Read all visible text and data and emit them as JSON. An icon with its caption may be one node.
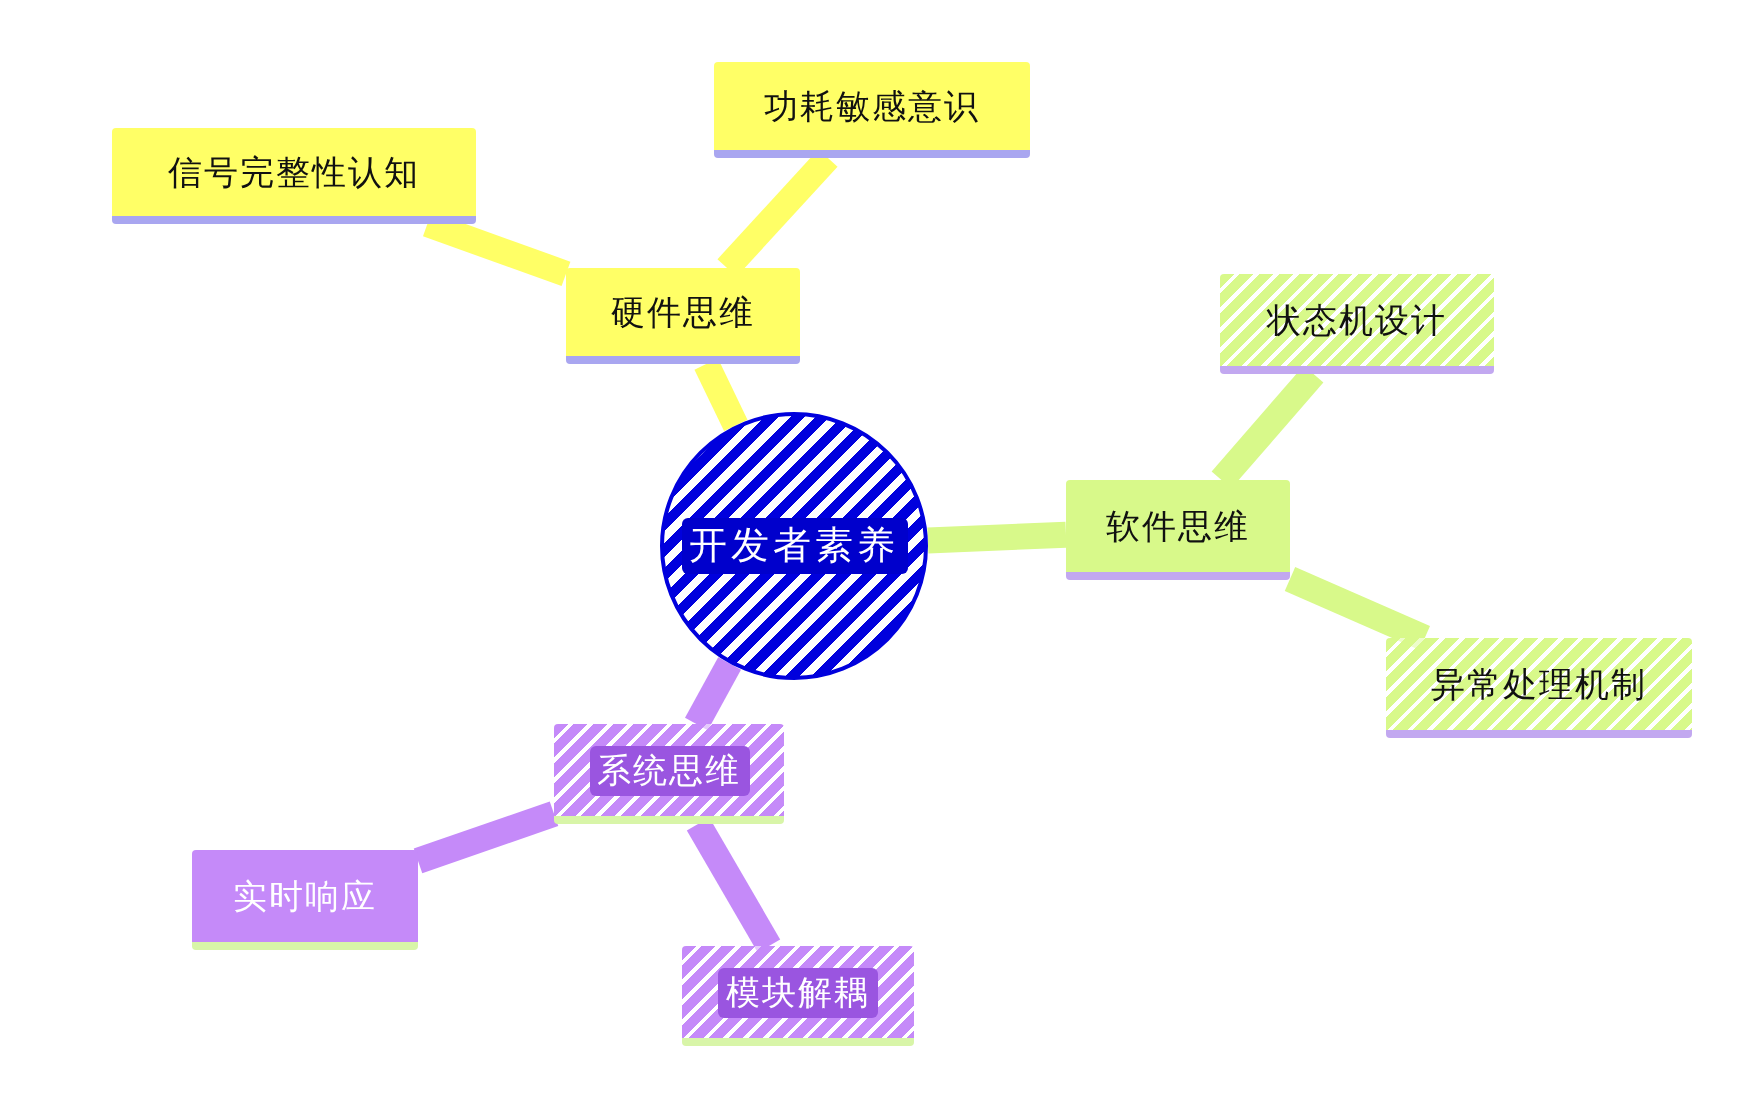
{
  "diagram": {
    "nodes": [
      {
        "text": [
          "开发者素养"
        ]
      },
      {
        "text": [
          "硬件思维"
        ]
      },
      {
        "text": [
          "信号完整性认知"
        ]
      },
      {
        "text": [
          "功耗敏感意识"
        ]
      },
      {
        "text": [
          "软件思维"
        ]
      },
      {
        "text": [
          "状态机设计"
        ]
      },
      {
        "text": [
          "异常处理机制"
        ]
      },
      {
        "text": [
          "系统思维"
        ]
      },
      {
        "text": [
          "实时响应"
        ]
      },
      {
        "text": [
          "模块解耦"
        ]
      }
    ],
    "edges": [
      {
        "from": 0,
        "to": 1,
        "arrow": "none",
        "color": "#ffff66"
      },
      {
        "from": 1,
        "to": 2,
        "arrow": "none",
        "color": "#ffff66"
      },
      {
        "from": 1,
        "to": 3,
        "arrow": "none",
        "color": "#ffff66"
      },
      {
        "from": 0,
        "to": 4,
        "arrow": "none",
        "color": "#d8f98a"
      },
      {
        "from": 4,
        "to": 5,
        "arrow": "none",
        "color": "#d8f98a"
      },
      {
        "from": 4,
        "to": 6,
        "arrow": "none",
        "color": "#d8f98a"
      },
      {
        "from": 0,
        "to": 7,
        "arrow": "none",
        "color": "#c58af9"
      },
      {
        "from": 7,
        "to": 8,
        "arrow": "none",
        "color": "#c58af9"
      },
      {
        "from": 7,
        "to": 9,
        "arrow": "none",
        "color": "#c58af9"
      }
    ]
  }
}
